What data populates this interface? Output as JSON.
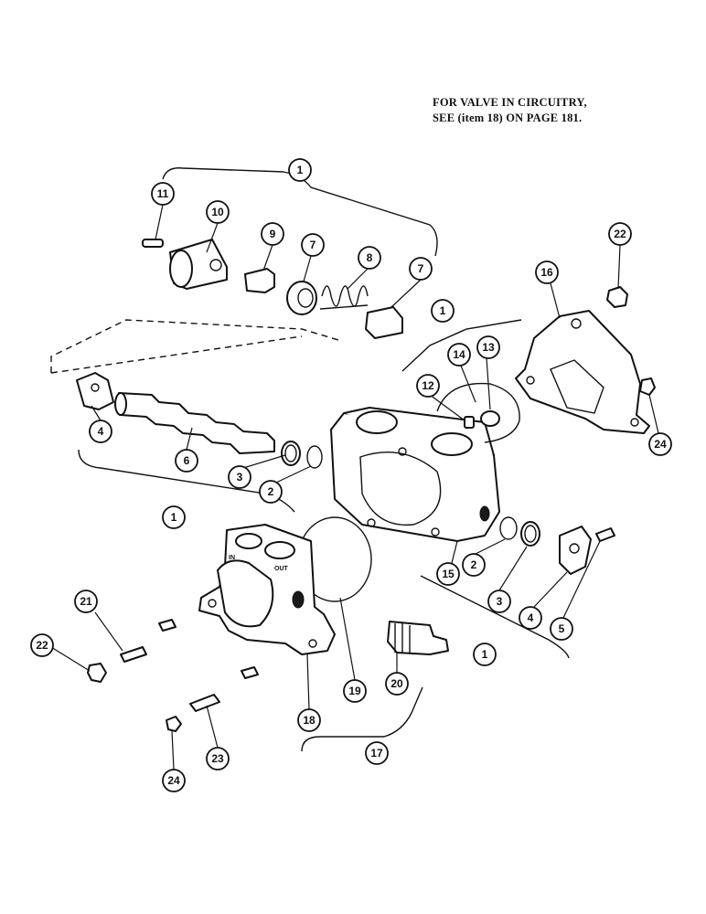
{
  "note": {
    "line1": "FOR VALVE IN CIRCUITRY,",
    "line2": "SEE (item 18) ON PAGE 181."
  },
  "port_labels": {
    "in": "IN",
    "out": "OUT"
  },
  "callouts": [
    "1",
    "11",
    "10",
    "9",
    "7",
    "8",
    "7",
    "1",
    "22",
    "16",
    "14",
    "13",
    "12",
    "4",
    "6",
    "3",
    "2",
    "24",
    "1",
    "15",
    "2",
    "3",
    "4",
    "5",
    "21",
    "22",
    "19",
    "20",
    "1",
    "18",
    "23",
    "24",
    "17"
  ]
}
